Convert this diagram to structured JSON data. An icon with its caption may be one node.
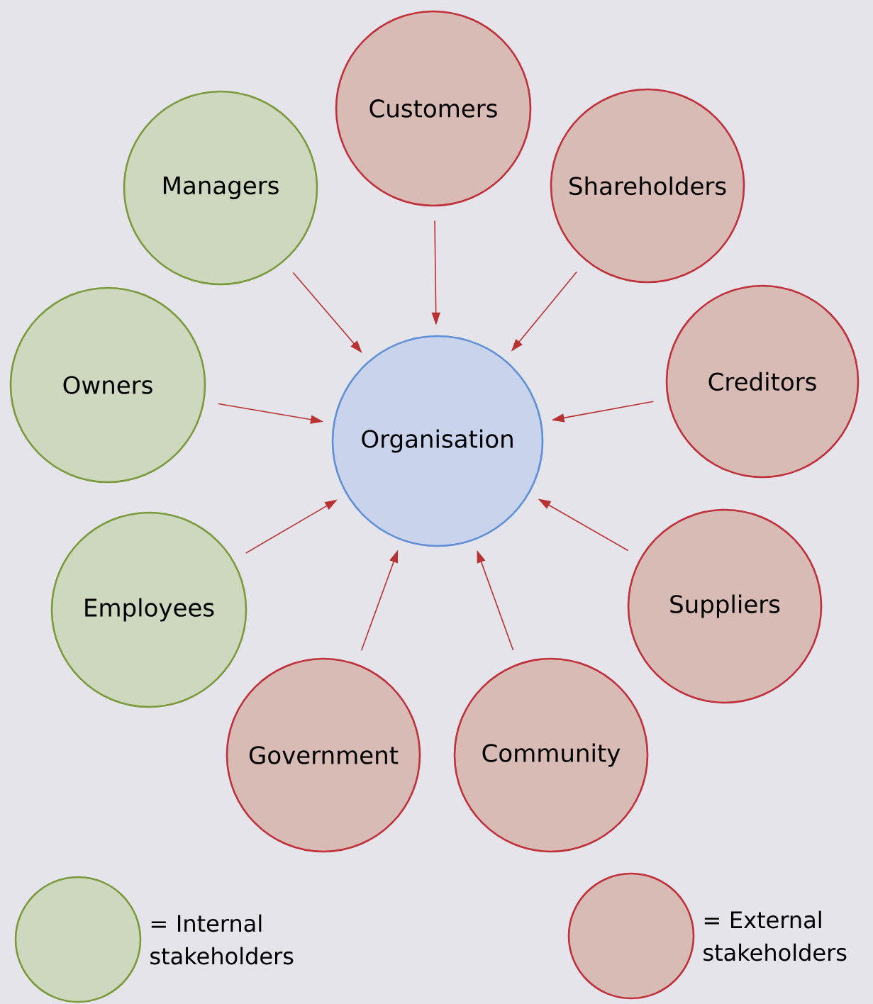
{
  "diagram": {
    "nodes": [
      {
        "text": [
          "Organisation"
        ]
      },
      {
        "text": [
          "Customers"
        ]
      },
      {
        "text": [
          "Managers"
        ]
      },
      {
        "text": [
          "Shareholders"
        ]
      },
      {
        "text": [
          "Owners"
        ]
      },
      {
        "text": [
          "Creditors"
        ]
      },
      {
        "text": [
          "Employees"
        ]
      },
      {
        "text": [
          "Suppliers"
        ]
      },
      {
        "text": [
          "Government"
        ]
      },
      {
        "text": [
          "Community"
        ]
      }
    ],
    "edges": [
      {
        "from": 1,
        "to": 0,
        "arrow": "to"
      },
      {
        "from": 2,
        "to": 0,
        "arrow": "to"
      },
      {
        "from": 3,
        "to": 0,
        "arrow": "to"
      },
      {
        "from": 4,
        "to": 0,
        "arrow": "to"
      },
      {
        "from": 5,
        "to": 0,
        "arrow": "to"
      },
      {
        "from": 6,
        "to": 0,
        "arrow": "to"
      },
      {
        "from": 7,
        "to": 0,
        "arrow": "to"
      },
      {
        "from": 8,
        "to": 0,
        "arrow": "to"
      },
      {
        "from": 9,
        "to": 0,
        "arrow": "to"
      }
    ],
    "legend": [
      {
        "text": "= Internal stakeholders",
        "color": "#cdd8bf"
      },
      {
        "text": "= External stakeholders",
        "color": "#d9bbb6"
      }
    ]
  }
}
